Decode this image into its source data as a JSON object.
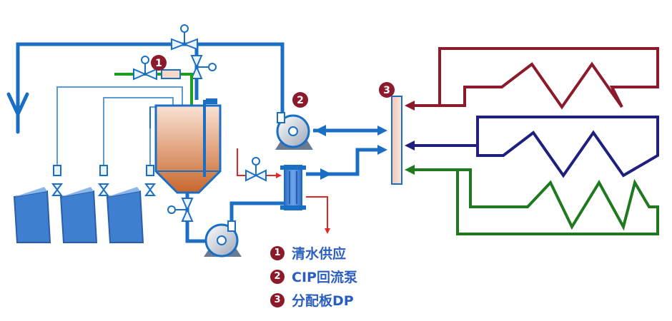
{
  "colors": {
    "blue": "#1a6fc4",
    "light_blue": "#5b9bd5",
    "green": "#1ba11b",
    "red": "#e32626",
    "dark_red": "#8b1a2b",
    "navy": "#1f1f80",
    "dark_green": "#1f7a1f",
    "tank_top": "#f7d8c6",
    "tank_bottom": "#c8672c",
    "legend_text": "#2a5fc0",
    "marker": "#8b1a2b"
  },
  "markers": [
    {
      "num": "1"
    },
    {
      "num": "2"
    },
    {
      "num": "3"
    }
  ],
  "legend": [
    {
      "num": "1",
      "text": "清水供应"
    },
    {
      "num": "2",
      "text": "CIP回流泵"
    },
    {
      "num": "3",
      "text": "分配板DP"
    }
  ],
  "icons": [
    "y-inlet-icon",
    "valve-icon",
    "pump-icon",
    "filter-icon",
    "heat-exchanger-icon",
    "distribution-plate-icon",
    "container-icon",
    "tank-icon"
  ]
}
